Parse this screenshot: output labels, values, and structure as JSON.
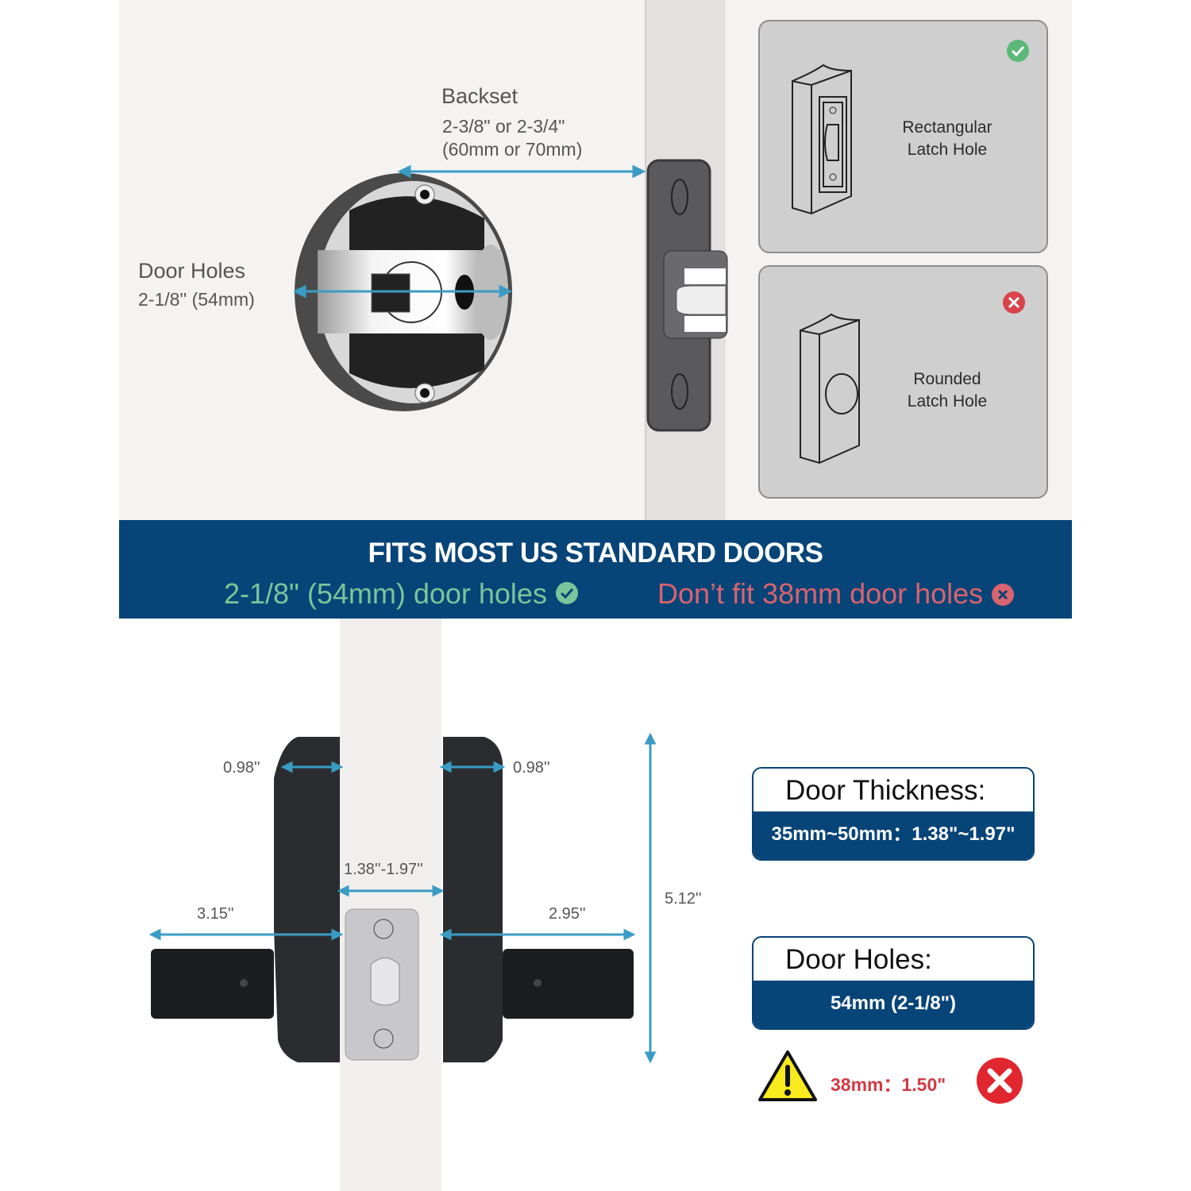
{
  "top_section": {
    "backset": {
      "title": "Backset",
      "line1": "2-3/8\" or 2-3/4\"",
      "line2": "(60mm or 70mm)"
    },
    "door_holes": {
      "title": "Door Holes",
      "value": "2-1/8'' (54mm)"
    },
    "latch_cards": [
      {
        "label_line1": "Rectangular",
        "label_line2": "Latch Hole",
        "status": "compatible",
        "status_icon": "check-circle-icon",
        "status_color": "#5cb878"
      },
      {
        "label_line1": "Rounded",
        "label_line2": "Latch Hole",
        "status": "incompatible",
        "status_icon": "x-circle-icon",
        "status_color": "#d9434c"
      }
    ]
  },
  "banner": {
    "title": "FITS MOST US STANDARD DOORS",
    "fit_text": "2-1/8\" (54mm) door holes",
    "no_fit_text": "Don’t fit 38mm door holes",
    "background": "#074478",
    "fit_color": "#7bc59a",
    "no_fit_color": "#d9636e"
  },
  "dimensions": {
    "left_panel_depth": "0.98''",
    "right_panel_depth": "0.98''",
    "door_thickness_range": "1.38''-1.97''",
    "left_lever_length": "3.15''",
    "right_lever_length": "2.95''",
    "height": "5.12''",
    "arrow_color": "#3a9cc4"
  },
  "info_boxes": {
    "door_thickness": {
      "title": "Door Thickness:",
      "value": "35mm~50mm：1.38\"~1.97\""
    },
    "door_holes": {
      "title": "Door Holes:",
      "value": "54mm (2-1/8\")"
    }
  },
  "warning": {
    "text": "38mm：1.50\"",
    "warn_icon": "warning-triangle-icon",
    "status_icon": "x-circle-icon"
  }
}
